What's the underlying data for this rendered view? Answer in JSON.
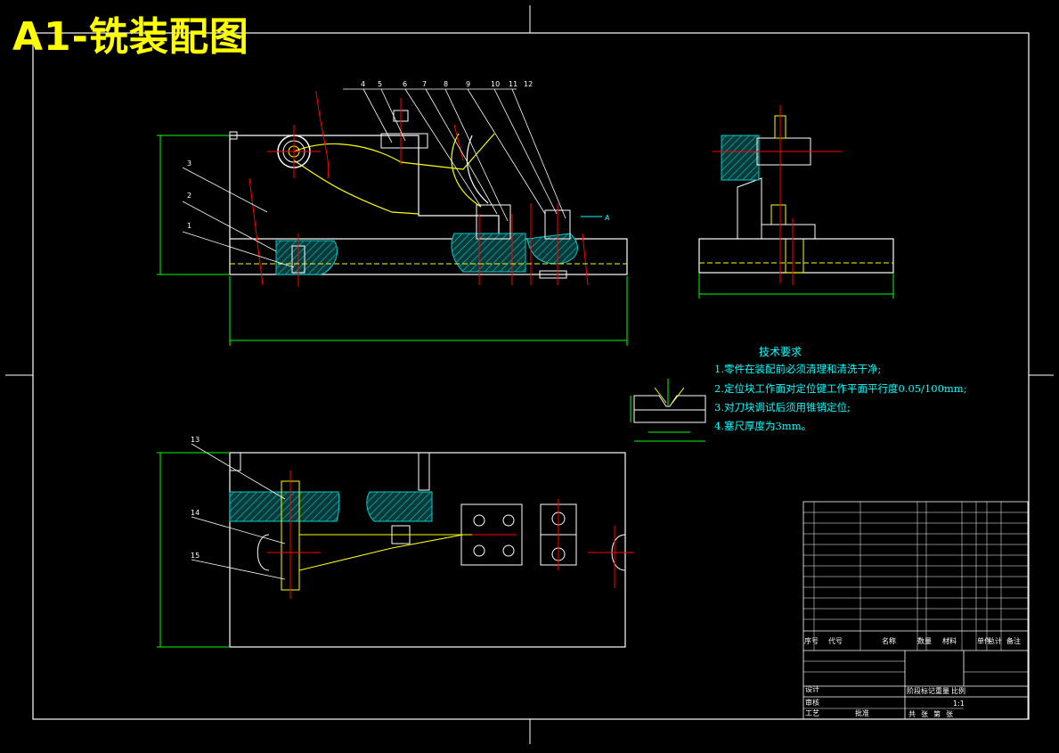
{
  "drawing_title": "A1-铣装配图",
  "tech_requirements": {
    "heading": "技术要求",
    "items": [
      "1.零件在装配前必须清理和清洗干净;",
      "2.定位块工作面对定位键工作平面平行度0.05/100mm;",
      "3.对刀块调试后须用锥销定位;",
      "4.塞尺厚度为3mm。"
    ]
  },
  "part_callouts_front": [
    "4",
    "5",
    "6",
    "7",
    "8",
    "9",
    "10",
    "11",
    "12"
  ],
  "part_callouts_left": [
    "3",
    "2",
    "1"
  ],
  "part_callouts_plan": [
    "13",
    "14",
    "15"
  ],
  "section_marker": "A",
  "title_block": {
    "header_labels": [
      "序号",
      "代号",
      "名称",
      "数量",
      "材料",
      "单件",
      "总计",
      "备注"
    ],
    "approval_labels": [
      "设计",
      "审核",
      "工艺",
      "批准"
    ],
    "stage_labels": [
      "阶段标记",
      "重量",
      "比例"
    ],
    "scale": "1:1",
    "sheet_info": [
      "共",
      "张",
      "第",
      "张"
    ]
  },
  "colors": {
    "background": "#000000",
    "outline": "#ffffff",
    "dimension": "#00ff00",
    "centerline": "#ff0000",
    "hidden": "#ffff00",
    "callout": "#ffffff",
    "hatch": "#00aaaa",
    "section_line": "#ff0000",
    "title": "#ffff00",
    "text": "#00ffff"
  }
}
